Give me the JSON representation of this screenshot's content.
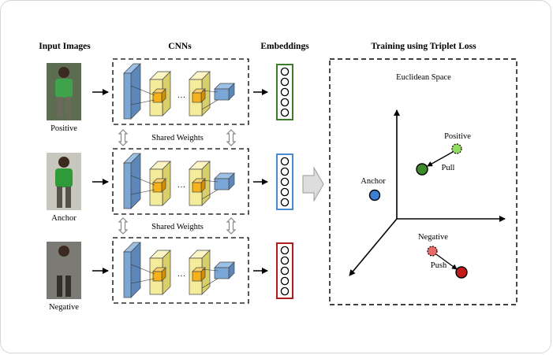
{
  "headers": {
    "input_images": "Input Images",
    "cnns": "CNNs",
    "embeddings": "Embeddings",
    "training": "Training using Triplet Loss"
  },
  "inputs": [
    {
      "label": "Positive",
      "shirt": "#3fa34d",
      "pants": "#6a6a5a",
      "bg": "#5d6d52",
      "embed_color": "#3c7d2a"
    },
    {
      "label": "Anchor",
      "shirt": "#2f9a3a",
      "pants": "#55524a",
      "bg": "#c8c7be",
      "embed_color": "#4a8ad0"
    },
    {
      "label": "Negative",
      "shirt": "#7d7a73",
      "pants": "#33302c",
      "bg": "#7b7a75",
      "embed_color": "#b11b1b"
    }
  ],
  "shared_weights": [
    "Shared Weights",
    "Shared Weights"
  ],
  "cnn_dots": "···",
  "space": {
    "title": "Euclidean Space",
    "anchor": "Anchor",
    "positive": "Positive",
    "pull": "Pull",
    "negative": "Negative",
    "push": "Push"
  },
  "colors": {
    "conv_blue": "#7ba7d6",
    "conv_yellow": "#f4ec9a",
    "core_orange": "#f7b21b",
    "anchor_point": "#3e7fd1",
    "positive_light": "#8fdc5e",
    "positive_dark": "#3d8b2a",
    "negative_light": "#e66a6a",
    "negative_dark": "#c01a1a"
  }
}
